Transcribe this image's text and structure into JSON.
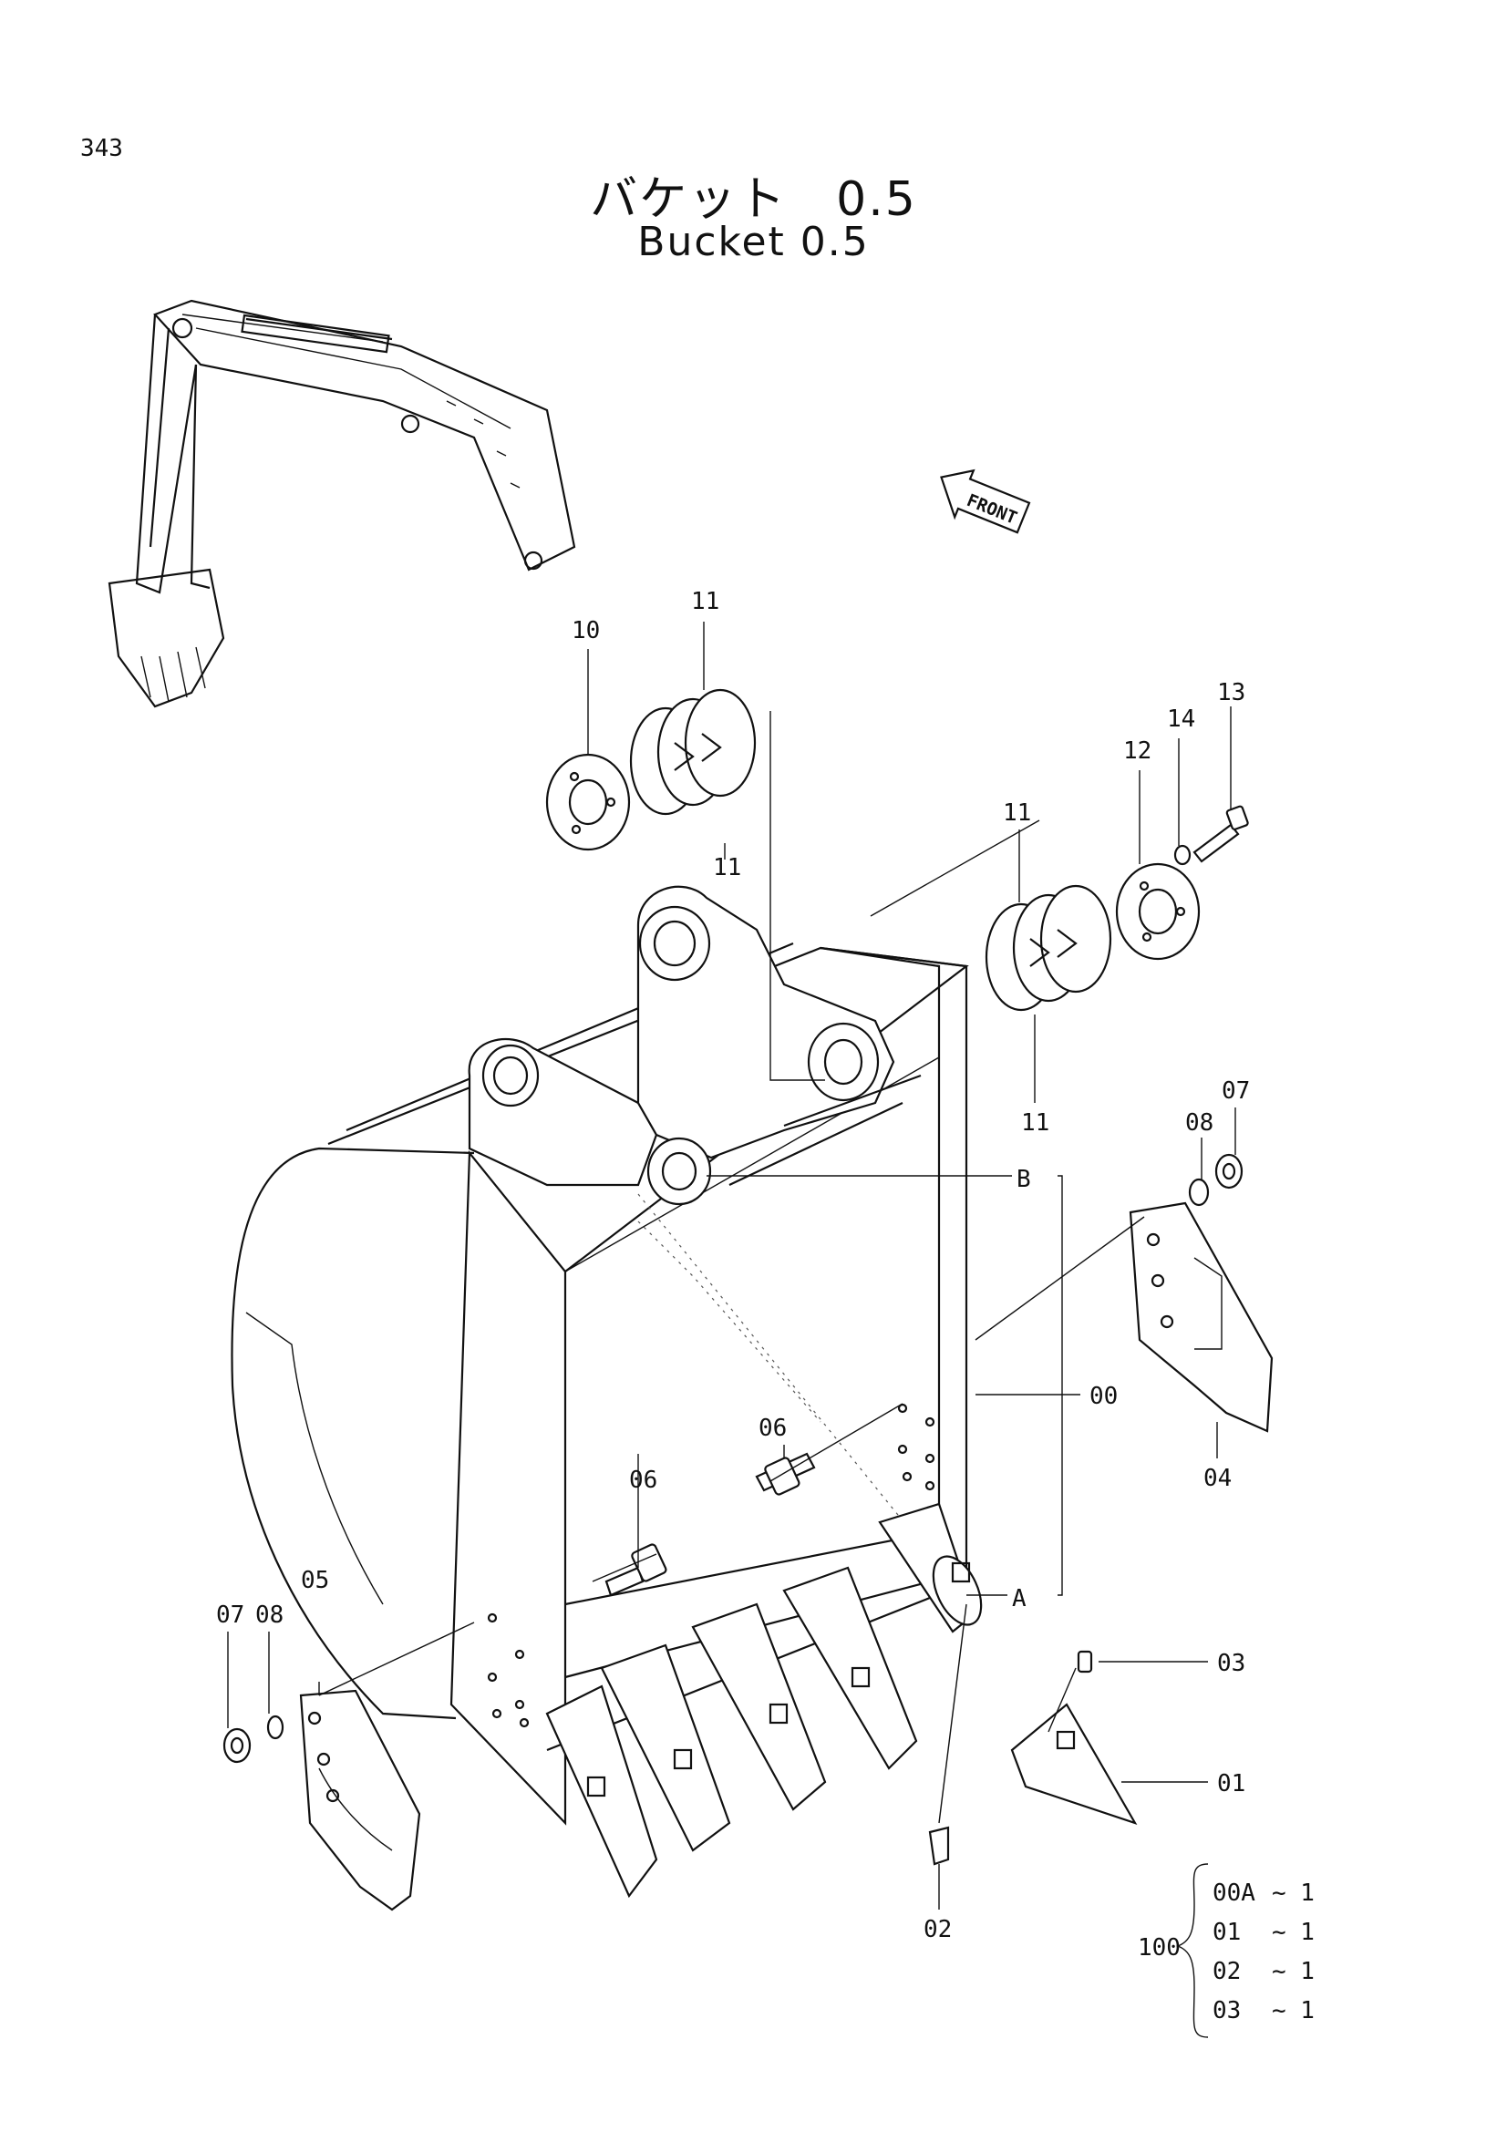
{
  "page_number": "343",
  "title_jp": "バケット　0.5",
  "title_en": "Bucket 0.5",
  "front_label": "FRONT",
  "callouts": {
    "c00": "00",
    "c01": "01",
    "c02": "02",
    "c03": "03",
    "c04": "04",
    "c05": "05",
    "c06a": "06",
    "c06b": "06",
    "c07a": "07",
    "c07b": "07",
    "c08a": "08",
    "c08b": "08",
    "c10": "10",
    "c11a": "11",
    "c11b": "11",
    "c11c": "11",
    "c11d": "11",
    "c12": "12",
    "c13": "13",
    "c14": "14",
    "refA": "A",
    "refB": "B"
  },
  "assembly_note": {
    "id": "100",
    "rows": [
      {
        "code": "00A",
        "qty": "~ 1"
      },
      {
        "code": "01",
        "qty": "~ 1"
      },
      {
        "code": "02",
        "qty": "~ 1"
      },
      {
        "code": "03",
        "qty": "~ 1"
      }
    ]
  }
}
